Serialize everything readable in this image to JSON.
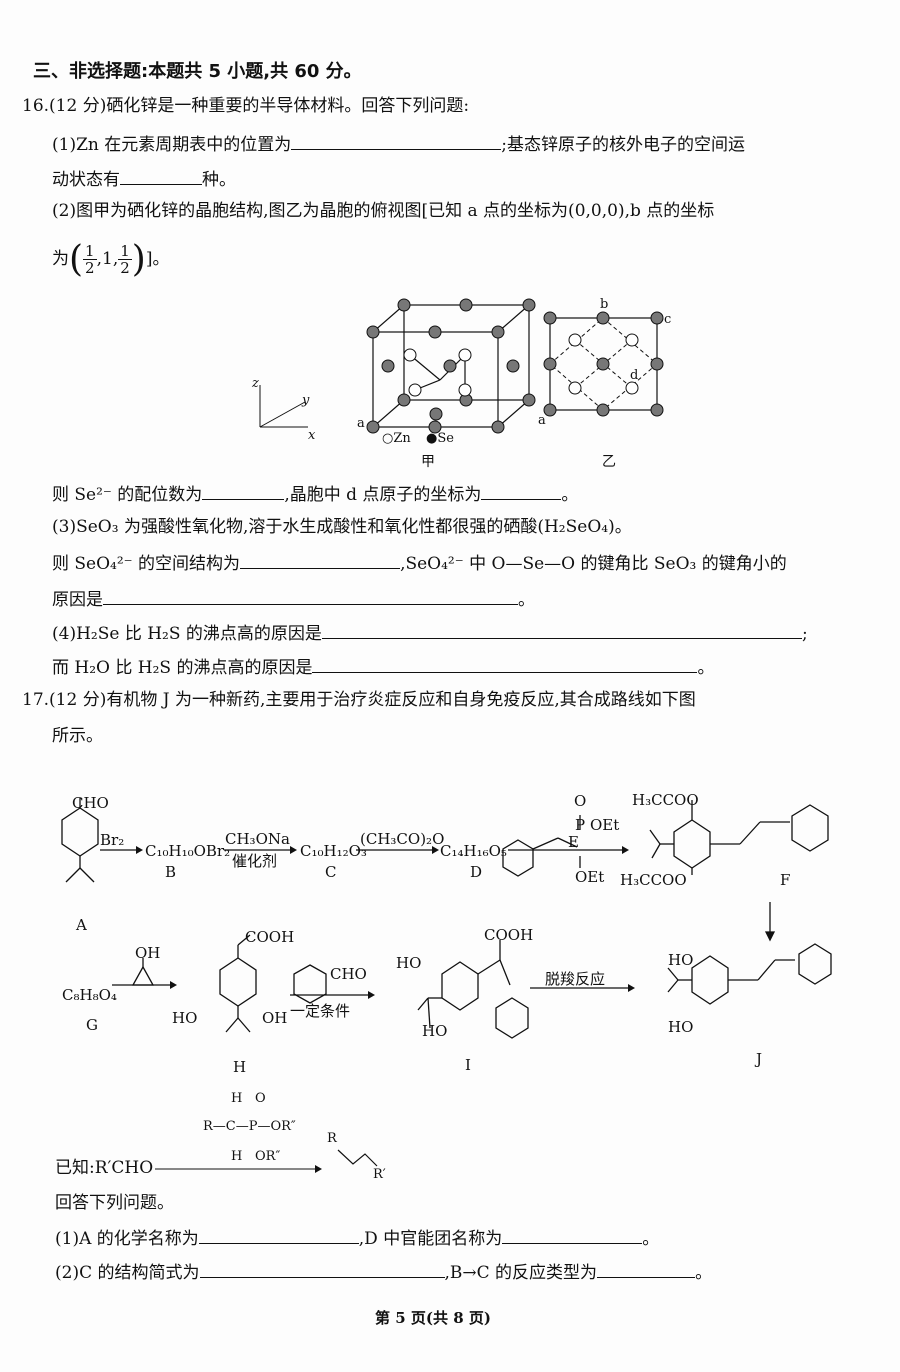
{
  "section_title": "三、非选择题:本题共 5 小题,共 60 分。",
  "q16": {
    "stem": "16.(12 分)硒化锌是一种重要的半导体材料。回答下列问题:",
    "p1_a": "(1)Zn 在元素周期表中的位置为",
    "p1_b": ";基态锌原子的核外电子的空间运",
    "p1_c": "动状态有",
    "p1_d": "种。",
    "p2_a": "(2)图甲为硒化锌的晶胞结构,图乙为晶胞的俯视图[已知 a 点的坐标为(0,0,0),b 点的坐标",
    "p2_b": "为",
    "p2_num": "1",
    "p2_den": "2",
    "p2_mid": ",1,",
    "p2_end": "]。",
    "fig": {
      "axis_z": "z",
      "axis_y": "y",
      "axis_x": "x",
      "point_a": "a",
      "point_b": "b",
      "point_c": "c",
      "point_d": "d",
      "legend_zn": "○Zn",
      "legend_se": "●Se",
      "caption_jia": "甲",
      "caption_yi": "乙"
    },
    "p2_q_a": "则 Se²⁻ 的配位数为",
    "p2_q_b": ",晶胞中 d 点原子的坐标为",
    "p2_q_c": "。",
    "p3_a": "(3)SeO₃ 为强酸性氧化物,溶于水生成酸性和氧化性都很强的硒酸(H₂SeO₄)。",
    "p3_b": "则 SeO₄²⁻ 的空间结构为",
    "p3_c": ",SeO₄²⁻ 中 O—Se—O 的键角比 SeO₃ 的键角小的",
    "p3_d": "原因是",
    "p3_e": "。",
    "p4_a": "(4)H₂Se 比 H₂S 的沸点高的原因是",
    "p4_b": ";",
    "p4_c": "而 H₂O 比 H₂S 的沸点高的原因是",
    "p4_d": "。"
  },
  "q17": {
    "stem_a": "17.(12 分)有机物 J 为一种新药,主要用于治疗炎症反应和自身免疫反应,其合成路线如下图",
    "stem_b": "所示。",
    "route": {
      "A_cho": "CHO",
      "br2": "Br₂",
      "A": "A",
      "B_formula": "C₁₀H₁₀OBr₂",
      "B": "B",
      "reagent_1": "CH₃ONa",
      "catalyst": "催化剂",
      "C_formula": "C₁₀H₁₂O₃",
      "C": "C",
      "reagent_2": "(CH₃CO)₂O",
      "D_formula": "C₁₄H₁₆O₅",
      "D": "D",
      "E_oet1": "OEt",
      "E_oet2": "OEt",
      "E_o": "O",
      "E_p": "P",
      "E": "E",
      "F_ac1": "H₃CCOO",
      "F_ac2": "H₃CCOO",
      "F": "F",
      "G_formula": "C₈H₈O₄",
      "G_oh": "OH",
      "G": "G",
      "H_cooh": "COOH",
      "H_ho": "HO",
      "H_oh": "OH",
      "H": "H",
      "reagent_3": "CHO",
      "condition_3": "一定条件",
      "I_cooh": "COOH",
      "I_ho1": "HO",
      "I_ho2": "HO",
      "I": "I",
      "decarboxylation": "脱羧反应",
      "J_ho1": "HO",
      "J_ho2": "HO",
      "J": "J"
    },
    "known_label": "已知:R′CHO",
    "known_reagent": {
      "h1": "H",
      "h2": "H",
      "r": "R—C—P—OR″",
      "o": "O",
      "or2": "OR″"
    },
    "known_product": {
      "r": "R",
      "r2": "R′"
    },
    "answer_prompt": "回答下列问题。",
    "s1_a": "(1)A 的化学名称为",
    "s1_b": ",D 中官能团名称为",
    "s1_c": "。",
    "s2_a": "(2)C 的结构简式为",
    "s2_b": ",B→C 的反应类型为",
    "s2_c": "。"
  },
  "footer": "第 5 页(共 8 页)"
}
